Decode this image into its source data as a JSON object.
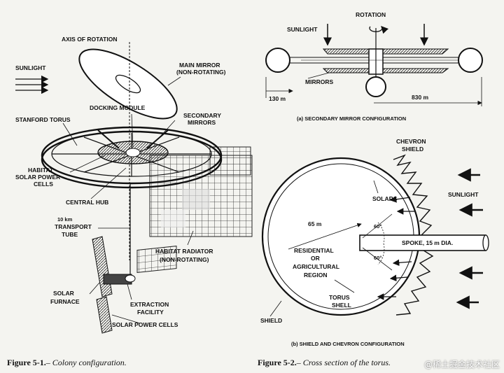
{
  "figure1": {
    "labels": {
      "axis": "AXIS OF ROTATION",
      "sunlight": "SUNLIGHT",
      "main_mirror_1": "MAIN MIRROR",
      "main_mirror_2": "(NON-ROTATING)",
      "docking": "DOCKING MODULE",
      "torus": "STANFORD TORUS",
      "secondary_1": "SECONDARY",
      "secondary_2": "MIRRORS",
      "habitat_1": "HABITAT",
      "habitat_2": "SOLAR POWER",
      "habitat_3": "CELLS",
      "hub": "CENTRAL HUB",
      "tube_1": "10 km",
      "tube_2": "TRANSPORT",
      "tube_3": "TUBE",
      "radiator_1": "HABITAT RADIATOR",
      "radiator_2": "(NON-ROTATING)",
      "furnace_1": "SOLAR",
      "furnace_2": "FURNACE",
      "extraction_1": "EXTRACTION",
      "extraction_2": "FACILITY",
      "cells": "SOLAR POWER CELLS"
    },
    "caption_num": "Figure 5-1.",
    "caption_text": "Colony configuration."
  },
  "figure2a": {
    "labels": {
      "rotation": "ROTATION",
      "sunlight": "SUNLIGHT",
      "mirrors": "MIRRORS",
      "dim_small": "130 m",
      "dim_large": "830 m",
      "subcaption": "(a)  SECONDARY MIRROR CONFIGURATION"
    }
  },
  "figure2b": {
    "labels": {
      "chevron_1": "CHEVRON",
      "chevron_2": "SHIELD",
      "sunlight": "SUNLIGHT",
      "solars": "SOLARS",
      "radius": "65 m",
      "angle_top": "60°",
      "angle_bottom": "60°",
      "spoke": "SPOKE, 15 m DIA.",
      "region_1": "RESIDENTIAL",
      "region_2": "OR",
      "region_3": "AGRICULTURAL",
      "region_4": "REGION",
      "torus_1": "TORUS",
      "torus_2": "SHELL",
      "shield": "SHIELD",
      "subcaption": "(b)  SHIELD AND CHEVRON CONFIGURATION"
    },
    "caption_num": "Figure 5-2.",
    "caption_text": "Cross section of the torus."
  },
  "watermark": "@稀土掘金技术社区"
}
